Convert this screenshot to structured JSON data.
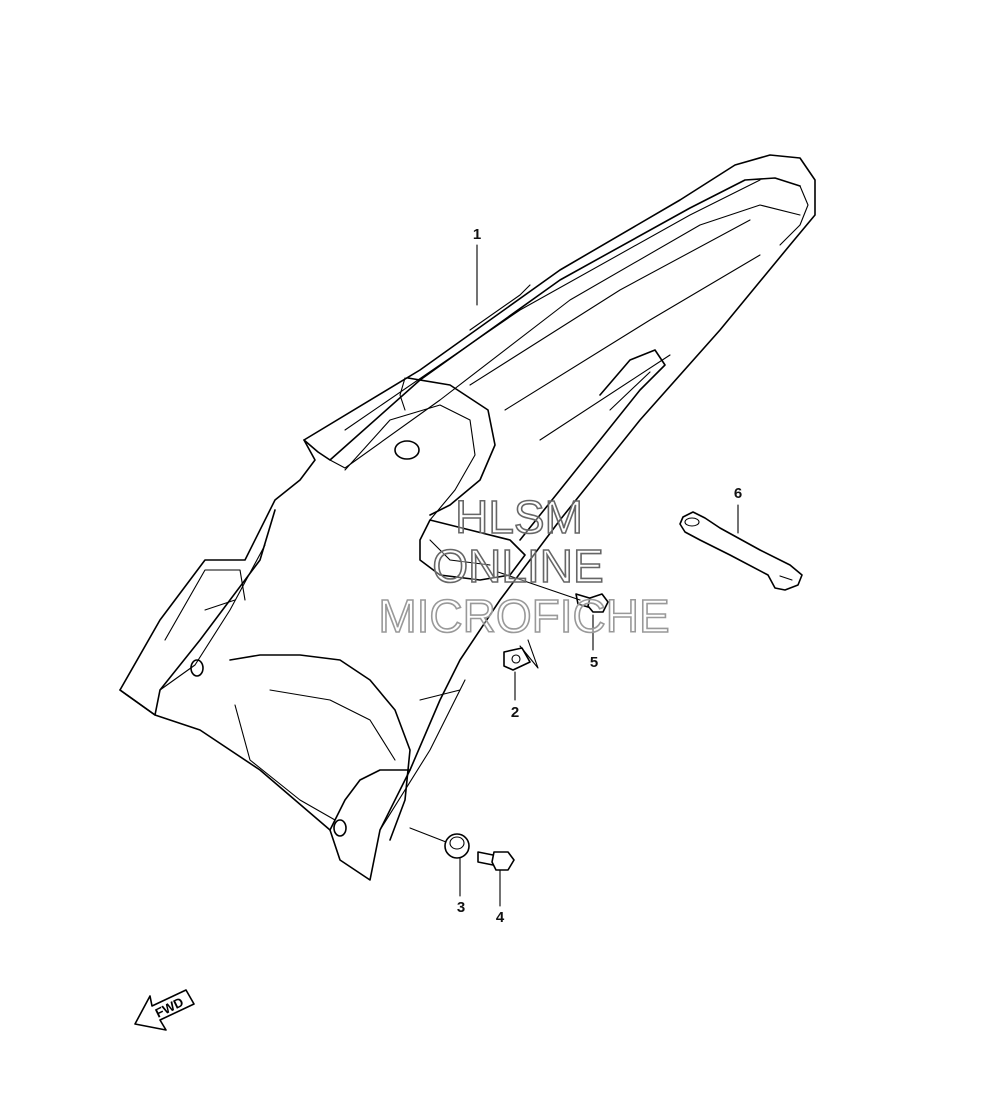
{
  "callouts": [
    {
      "id": "1",
      "label": "1"
    },
    {
      "id": "2",
      "label": "2"
    },
    {
      "id": "3",
      "label": "3"
    },
    {
      "id": "4",
      "label": "4"
    },
    {
      "id": "5",
      "label": "5"
    },
    {
      "id": "6",
      "label": "6"
    }
  ],
  "watermark": {
    "line1": "HLSM",
    "line2": "ONLINE",
    "line3": "MICROFICHE"
  },
  "direction_arrow": {
    "label": "FWD"
  }
}
